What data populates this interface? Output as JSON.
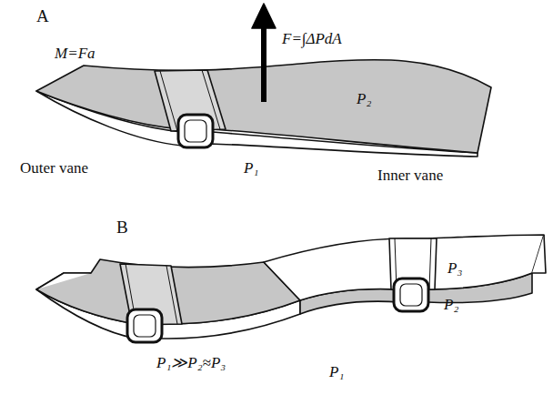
{
  "diagram": {
    "labels": [
      "A",
      "M=Fa",
      "F=∫ΔPdA",
      "P₂",
      "Outer vane",
      "P₁",
      "Inner vane",
      "B",
      "P₃",
      "P₂",
      "P₁≫P₂≈P₃",
      "P₁"
    ]
  }
}
